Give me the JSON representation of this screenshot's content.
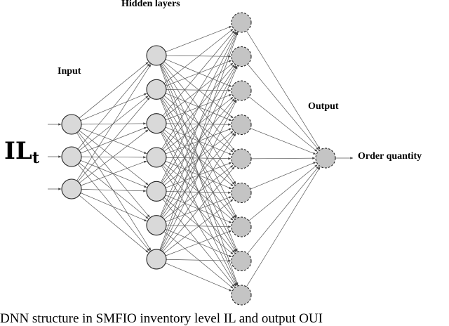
{
  "labels": {
    "hidden_layers": "Hidden layers",
    "input": "Input",
    "output": "Output",
    "order_quantity": "Order quantity",
    "il_main": "IL",
    "il_sub": "t"
  },
  "caption": "DNN structure in SMFIO inventory level IL and output OUI",
  "network": {
    "layers": [
      {
        "name": "input",
        "nodes": 3,
        "style": "solid"
      },
      {
        "name": "hidden-1",
        "nodes": 7,
        "style": "solid"
      },
      {
        "name": "hidden-2",
        "nodes": 9,
        "style": "dashed"
      },
      {
        "name": "output",
        "nodes": 1,
        "style": "dashed"
      }
    ]
  },
  "colors": {
    "solid_fill": "#d9d9d9",
    "dashed_fill": "#c4c4c4",
    "edge": "#555555",
    "stroke": "#222222"
  }
}
